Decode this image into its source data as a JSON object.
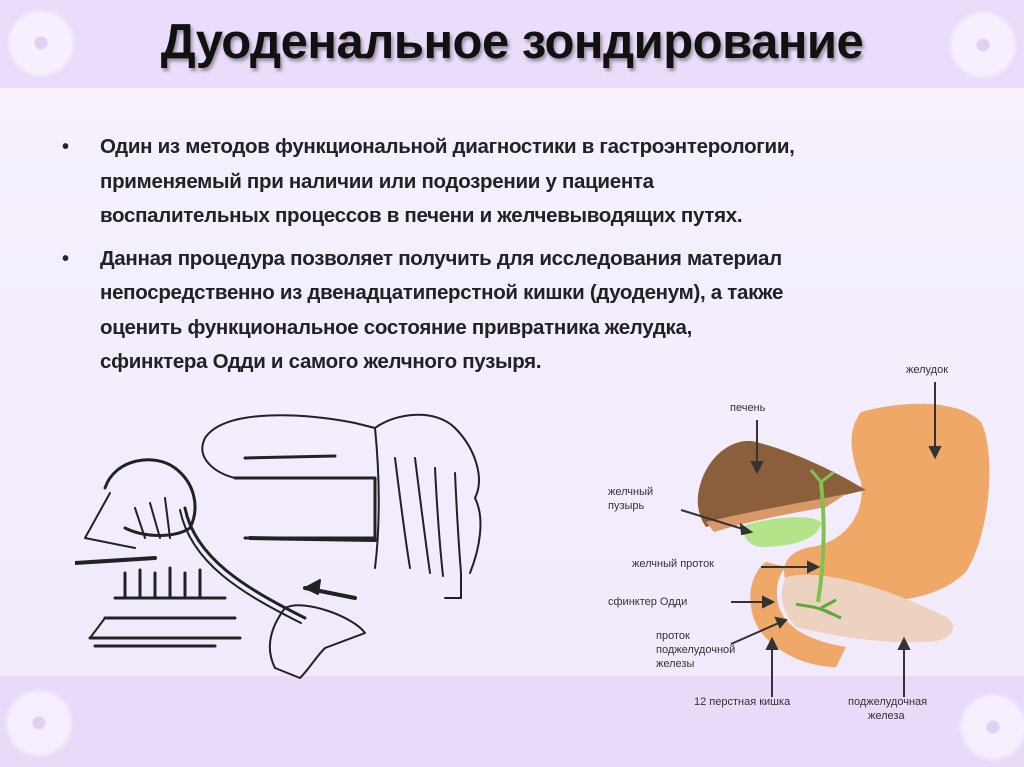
{
  "slide": {
    "title": "Дуоденальное зондирование",
    "bullets": [
      {
        "lines": [
          "Один из методов функциональной диагностики в гастроэнтерологии,",
          "применяемый при наличии или подозрении у пациента",
          "воспалительных процессов в печени и желчевыводящих путях."
        ]
      },
      {
        "lines": [
          "Данная процедура позволяет получить для исследования материал",
          "непосредственно из двенадцатиперстной кишки (дуоденум), а также",
          "оценить функциональное состояние привратника желудка,",
          "сфинктера Одди и самого желчного пузыря."
        ]
      }
    ],
    "bullet_glyph": "•"
  },
  "illustrations": {
    "procedure": {
      "icon": "patient-lying-with-probe-illustration"
    },
    "anatomy": {
      "icon": "digestive-organs-diagram",
      "labels": {
        "stomach": "желудок",
        "liver": "печень",
        "gallbladder_1": "желчный",
        "gallbladder_2": "пузырь",
        "bile_duct": "желчный проток",
        "oddi": "сфинктер Одди",
        "pancreatic_duct_1": "проток",
        "pancreatic_duct_2": "поджелудочной",
        "pancreatic_duct_3": "железы",
        "duodenum": "12 перстная кишка",
        "pancreas_1": "поджелудочная",
        "pancreas_2": "железа"
      },
      "colors": {
        "liver": "#8b5e3c",
        "gallbladder": "#b5e38a",
        "stomach": "#f0a868",
        "pancreas": "#ecd2bf",
        "duct": "#7cc44e"
      }
    }
  },
  "theme": {
    "band_color": "#eadcfa",
    "body_bg": "#f3ecfb"
  }
}
